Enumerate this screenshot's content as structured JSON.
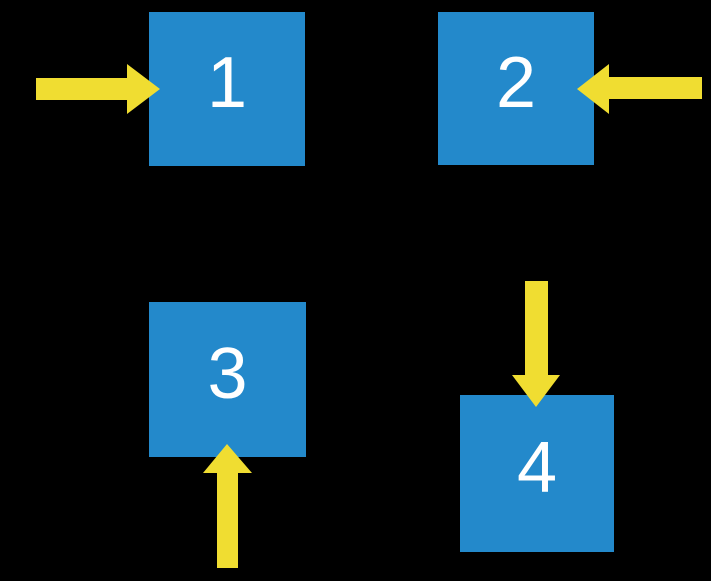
{
  "figure": {
    "description": "Four numbered squares, each indicated by a block arrow",
    "background_color": "#000000"
  },
  "colors": {
    "background": "#000000",
    "square_fill": "#2389CB",
    "arrow_fill": "#F0DD31",
    "label_text": "#FFFFFF"
  },
  "squares": [
    {
      "label": "1",
      "arrow_direction": "right",
      "arrow_side": "left"
    },
    {
      "label": "2",
      "arrow_direction": "left",
      "arrow_side": "right"
    },
    {
      "label": "3",
      "arrow_direction": "up",
      "arrow_side": "bottom"
    },
    {
      "label": "4",
      "arrow_direction": "down",
      "arrow_side": "top"
    }
  ]
}
